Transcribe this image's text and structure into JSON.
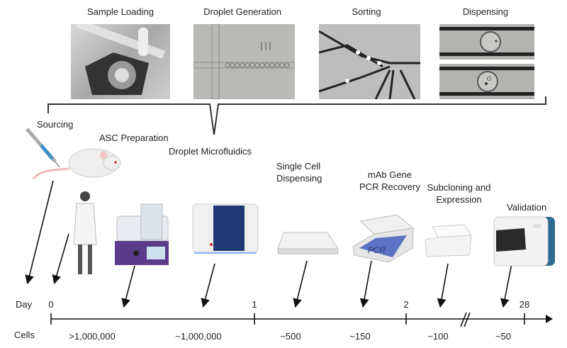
{
  "top_panels": [
    {
      "label": "Sample Loading"
    },
    {
      "label": "Droplet Generation"
    },
    {
      "label": "Sorting"
    },
    {
      "label": "Dispensing"
    }
  ],
  "steps": [
    {
      "label": "Sourcing"
    },
    {
      "label": "ASC Preparation"
    },
    {
      "label": "Droplet Microfluidics"
    },
    {
      "label_line1": "Single Cell",
      "label_line2": "Dispensing"
    },
    {
      "label_line1": "mAb Gene",
      "label_line2": "PCR Recovery"
    },
    {
      "label_line1": "Subcloning and",
      "label_line2": "Expression"
    },
    {
      "label": "Validation"
    }
  ],
  "pcr_text": "PCR",
  "timeline": {
    "day_label": "Day",
    "cells_label": "Cells",
    "day_ticks": [
      "0",
      "1",
      "2",
      "28"
    ],
    "cell_counts": [
      ">1,000,000",
      "~1,000,000",
      "~500",
      "~150",
      "~100",
      "~50"
    ]
  }
}
